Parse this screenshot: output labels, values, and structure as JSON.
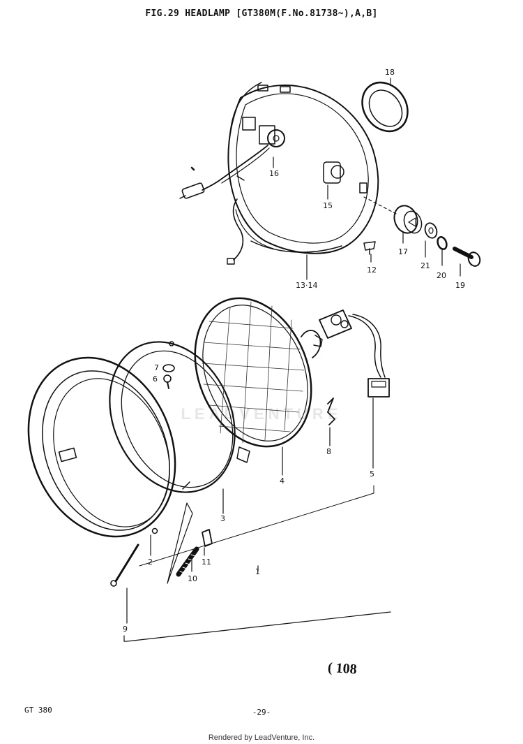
{
  "header": {
    "title": "FIG.29 HEADLAMP [GT380M(F.No.81738~),A,B]"
  },
  "watermark": "LEADVENTURE",
  "labels": {
    "p1": "1",
    "p2": "2",
    "p3": "3",
    "p4": "4",
    "p5": "5",
    "p6": "6",
    "p7": "7",
    "p8": "8",
    "p9": "9",
    "p10": "10",
    "p11": "11",
    "p12": "12",
    "p13_14": "13·14",
    "p15": "15",
    "p16": "16",
    "p17": "17",
    "p18": "18",
    "p19": "19",
    "p20": "20",
    "p21": "21"
  },
  "handwritten_note": "( 108",
  "footer": {
    "model": "GT 380",
    "page": "-29-",
    "rendered_by": "Rendered by LeadVenture, Inc."
  }
}
